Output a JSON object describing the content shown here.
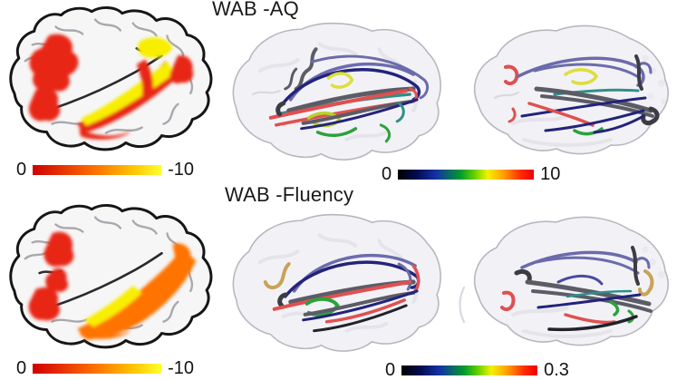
{
  "figure": {
    "rows": [
      {
        "title": "WAB -AQ",
        "heat_colorbar": {
          "left": "0",
          "right": "-10"
        },
        "tract_colorbar": {
          "left": "0",
          "right": "10"
        }
      },
      {
        "title": "WAB -Fluency",
        "heat_colorbar": {
          "left": "0",
          "right": "-10"
        },
        "tract_colorbar": {
          "left": "0",
          "right": "0.3"
        }
      }
    ]
  },
  "colors": {
    "outline-dark": "#161616",
    "heat-red": "#e82812",
    "heat-orange": "#ff7300",
    "heat-yellow": "#f8ee00",
    "tract-navy": "#23237c",
    "tract-slate": "#6b6bac",
    "tract-blue": "#4a4aa0",
    "tract-teal": "#2f9088",
    "tract-red": "#e05050",
    "tract-yellow": "#dede3a",
    "tract-ygreen": "#b4d22a",
    "tract-green": "#2ba23c",
    "tract-gray": "#5c5c66",
    "tract-darkgray": "#3c3c44",
    "tract-gold": "#c9a257"
  },
  "gradients": {
    "heat": [
      "#cf0000 0%",
      "#e73000 22%",
      "#ff7a00 52%",
      "#ffc400 78%",
      "#ffff30 100%"
    ],
    "spectrum": [
      "#000000 0%",
      "#000c50 14%",
      "#1430a6 28%",
      "#009a30 46%",
      "#63cf00 56%",
      "#f2f200 66%",
      "#ff9e00 78%",
      "#ff2e00 90%",
      "#ee0000 100%"
    ]
  }
}
